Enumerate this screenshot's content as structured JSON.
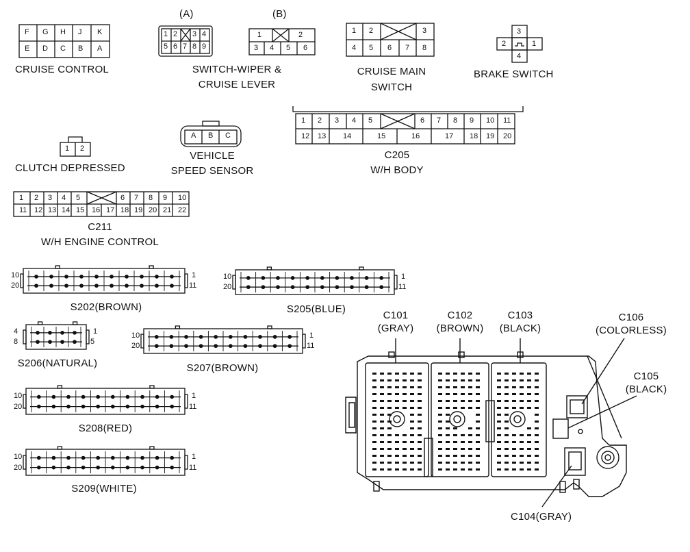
{
  "connectors": {
    "cruise_control": {
      "label": "CRUISE CONTROL",
      "top": [
        "F",
        "G",
        "H",
        "J",
        "K"
      ],
      "bottom": [
        "E",
        "D",
        "C",
        "B",
        "A"
      ]
    },
    "switch_wiper": {
      "label_line1": "SWITCH-WIPER &",
      "label_line2": "CRUISE LEVER",
      "variant_a": "(A)",
      "variant_b": "(B)",
      "a_top": [
        "1",
        "2",
        "",
        "3",
        "4"
      ],
      "a_bottom": [
        "5",
        "6",
        "7",
        "8",
        "9"
      ],
      "b_top": [
        "1",
        "2"
      ],
      "b_bottom": [
        "3",
        "4",
        "5",
        "6"
      ]
    },
    "cruise_main": {
      "label_line1": "CRUISE MAIN",
      "label_line2": "SWITCH",
      "top": [
        "1",
        "2",
        "3"
      ],
      "bottom": [
        "4",
        "5",
        "6",
        "7",
        "8"
      ]
    },
    "brake_switch": {
      "label": "BRAKE SWITCH",
      "pins": [
        "1",
        "2",
        "3",
        "4"
      ]
    },
    "clutch": {
      "label": "CLUTCH DEPRESSED",
      "pins": [
        "1",
        "2"
      ]
    },
    "vss": {
      "label_line1": "VEHICLE",
      "label_line2": "SPEED SENSOR",
      "pins": [
        "A",
        "B",
        "C"
      ]
    },
    "c205": {
      "label_line1": "C205",
      "label_line2": "W/H BODY",
      "top": [
        "1",
        "2",
        "3",
        "4",
        "5",
        "6",
        "7",
        "8",
        "9",
        "10",
        "11"
      ],
      "bottom": [
        "12",
        "13",
        "14",
        "15",
        "16",
        "17",
        "18",
        "19",
        "20"
      ]
    },
    "c211": {
      "label_line1": "C211",
      "label_line2": "W/H ENGINE CONTROL",
      "top": [
        "1",
        "2",
        "3",
        "4",
        "5",
        "6",
        "7",
        "8",
        "9",
        "10"
      ],
      "bottom": [
        "11",
        "12",
        "13",
        "14",
        "15",
        "16",
        "17",
        "18",
        "19",
        "20",
        "21",
        "22"
      ]
    },
    "splices": [
      {
        "label": "S202(BROWN)",
        "tl": "10",
        "bl": "20",
        "tr": "1",
        "br": "11"
      },
      {
        "label": "S205(BLUE)",
        "tl": "10",
        "bl": "20",
        "tr": "1",
        "br": "11"
      },
      {
        "label": "S206(NATURAL)",
        "tl": "4",
        "bl": "8",
        "tr": "1",
        "br": "5"
      },
      {
        "label": "S207(BROWN)",
        "tl": "10",
        "bl": "20",
        "tr": "1",
        "br": "11"
      },
      {
        "label": "S208(RED)",
        "tl": "10",
        "bl": "20",
        "tr": "1",
        "br": "11"
      },
      {
        "label": "S209(WHITE)",
        "tl": "10",
        "bl": "20",
        "tr": "1",
        "br": "11"
      }
    ]
  },
  "fuse_block": {
    "c101": {
      "line1": "C101",
      "line2": "(GRAY)"
    },
    "c102": {
      "line1": "C102",
      "line2": "(BROWN)"
    },
    "c103": {
      "line1": "C103",
      "line2": "(BLACK)"
    },
    "c106": {
      "line1": "C106",
      "line2": "(COLORLESS)"
    },
    "c105": {
      "line1": "C105",
      "line2": "(BLACK)"
    },
    "c104": {
      "line1": "C104(GRAY)"
    }
  }
}
